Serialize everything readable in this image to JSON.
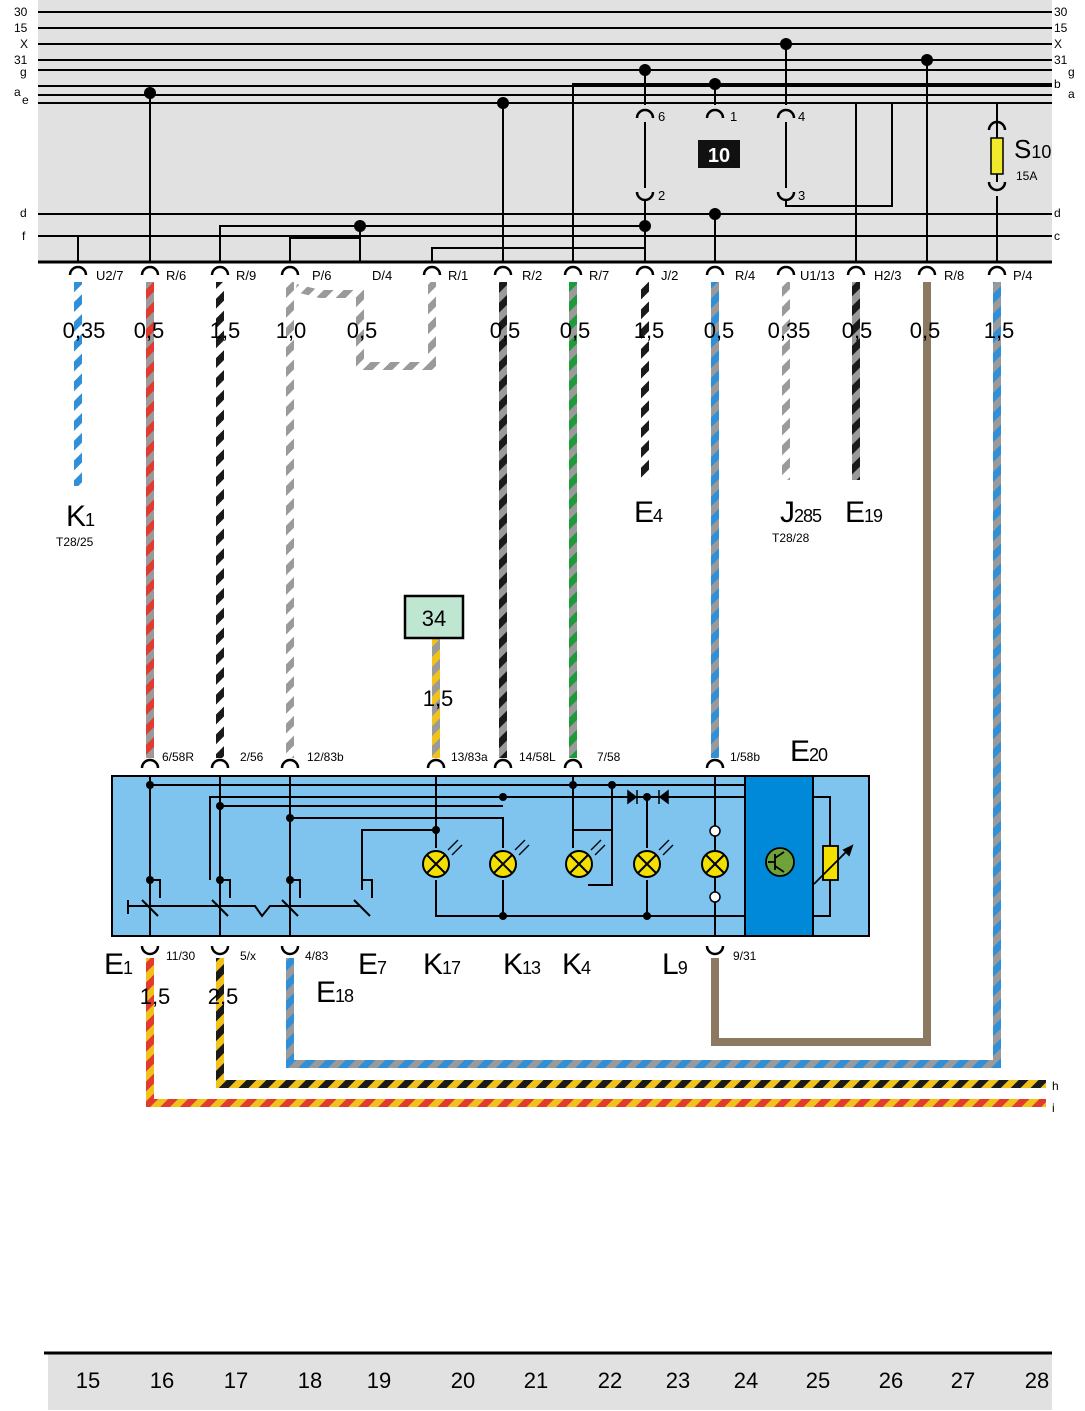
{
  "rails": {
    "left": [
      {
        "id": "30",
        "label": "30"
      },
      {
        "id": "15",
        "label": "15"
      },
      {
        "id": "X",
        "label": "X"
      },
      {
        "id": "31",
        "label": "31"
      },
      {
        "id": "g",
        "label": "g"
      },
      {
        "id": "a",
        "label": "a"
      },
      {
        "id": "e",
        "label": "e"
      },
      {
        "id": "d",
        "label": "d"
      },
      {
        "id": "f",
        "label": "f"
      }
    ],
    "right": [
      {
        "id": "30",
        "label": "30"
      },
      {
        "id": "15",
        "label": "15"
      },
      {
        "id": "X",
        "label": "X"
      },
      {
        "id": "31",
        "label": "31"
      },
      {
        "id": "g",
        "label": "g"
      },
      {
        "id": "b",
        "label": "b"
      },
      {
        "id": "a",
        "label": "a"
      },
      {
        "id": "d",
        "label": "d"
      },
      {
        "id": "c",
        "label": "c"
      }
    ]
  },
  "relay_box": {
    "label": "10",
    "pins": {
      "p6": "6",
      "p1": "1",
      "p4": "4",
      "p2": "2",
      "p3": "3"
    }
  },
  "fuse": {
    "name": "S",
    "sub": "10",
    "rating": "15A"
  },
  "connectors": [
    {
      "id": "c1",
      "label": "U2/7",
      "gauge": "0,35"
    },
    {
      "id": "c2",
      "label": "R/6",
      "gauge": "0,5"
    },
    {
      "id": "c3",
      "label": "R/9",
      "gauge": "1,5"
    },
    {
      "id": "c4",
      "label": "P/6",
      "gauge": "1,0"
    },
    {
      "id": "c5",
      "label": "D/4",
      "gauge": "0,5"
    },
    {
      "id": "c6",
      "label": "R/1",
      "gauge": ""
    },
    {
      "id": "c7",
      "label": "R/2",
      "gauge": "0,5"
    },
    {
      "id": "c8",
      "label": "R/7",
      "gauge": "0,5"
    },
    {
      "id": "c9",
      "label": "J/2",
      "gauge": "1,5"
    },
    {
      "id": "c10",
      "label": "R/4",
      "gauge": "0,5"
    },
    {
      "id": "c11",
      "label": "U1/13",
      "gauge": "0,35"
    },
    {
      "id": "c12",
      "label": "H2/3",
      "gauge": "0,5"
    },
    {
      "id": "c13",
      "label": "R/8",
      "gauge": "0,5"
    },
    {
      "id": "c14",
      "label": "P/4",
      "gauge": "1,5"
    }
  ],
  "components": {
    "k1": {
      "name": "K",
      "sub": "1",
      "ref": "T28/25"
    },
    "e4": {
      "name": "E",
      "sub": "4"
    },
    "j285": {
      "name": "J",
      "sub": "285",
      "ref": "T28/28"
    },
    "e19": {
      "name": "E",
      "sub": "19"
    },
    "e20": {
      "name": "E",
      "sub": "20"
    },
    "e1": {
      "name": "E",
      "sub": "1"
    },
    "e7": {
      "name": "E",
      "sub": "7"
    },
    "e18": {
      "name": "E",
      "sub": "18"
    },
    "k17": {
      "name": "K",
      "sub": "17"
    },
    "k13": {
      "name": "K",
      "sub": "13"
    },
    "k4": {
      "name": "K",
      "sub": "4"
    },
    "l9": {
      "name": "L",
      "sub": "9"
    }
  },
  "ground_box": {
    "label": "34",
    "gauge": "1,5"
  },
  "switch_pins_top": {
    "p1": "6/58R",
    "p2": "2/56",
    "p3": "12/83b",
    "p4": "13/83a",
    "p5": "14/58L",
    "p6": "7/58",
    "p7": "1/58b"
  },
  "switch_pins_bottom": {
    "p1": "11/30",
    "p2": "5/x",
    "p3": "4/83",
    "p4": "9/31"
  },
  "bottom_gauges": {
    "g1": "1,5",
    "g2": "2,5"
  },
  "output_lines": {
    "h": "h",
    "i": "i"
  },
  "footer": [
    "15",
    "16",
    "17",
    "18",
    "19",
    "20",
    "21",
    "22",
    "23",
    "24",
    "25",
    "26",
    "27",
    "28"
  ],
  "colors": {
    "panel": "#e1e1e1",
    "switch": "#7ec4ef",
    "module": "#0089d8",
    "lamp": "#f3e000",
    "ground_box": "#bfe6d0",
    "fuse": "#f0ea2a"
  }
}
